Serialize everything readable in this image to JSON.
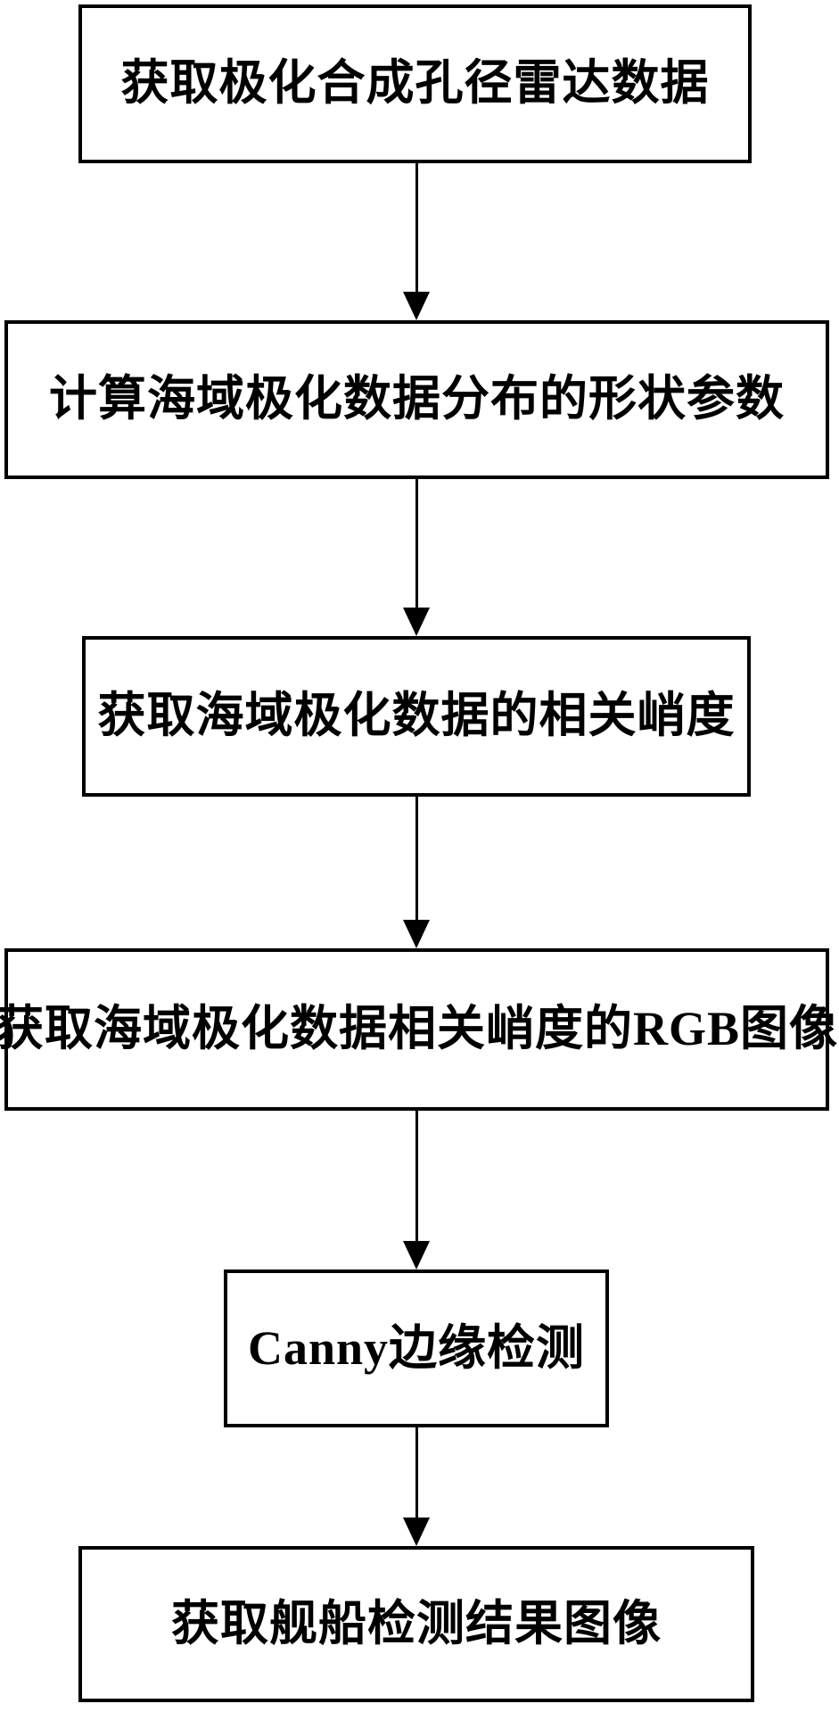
{
  "diagram": {
    "type": "flowchart",
    "description": "Vertical flowchart of a polarimetric SAR ship detection method",
    "colors": {
      "background": "#ffffff",
      "box_border": "#000000",
      "text": "#000000",
      "arrow": "#000000"
    },
    "boxes": [
      {
        "id": "acquire-polsar-data",
        "label": "获取极化合成孔径雷达数据"
      },
      {
        "id": "compute-shape-parameter",
        "label": "计算海域极化数据分布的形状参数"
      },
      {
        "id": "obtain-correlation-kurtosis",
        "label": "获取海域极化数据的相关峭度"
      },
      {
        "id": "obtain-kurtosis-rgb-image",
        "label": "获取海域极化数据相关峭度的RGB图像"
      },
      {
        "id": "canny-edge-detection",
        "label": "Canny边缘检测"
      },
      {
        "id": "ship-detection-result-image",
        "label": "获取舰船检测结果图像"
      }
    ],
    "flow": [
      "acquire-polsar-data",
      "compute-shape-parameter",
      "obtain-correlation-kurtosis",
      "obtain-kurtosis-rgb-image",
      "canny-edge-detection",
      "ship-detection-result-image"
    ]
  }
}
